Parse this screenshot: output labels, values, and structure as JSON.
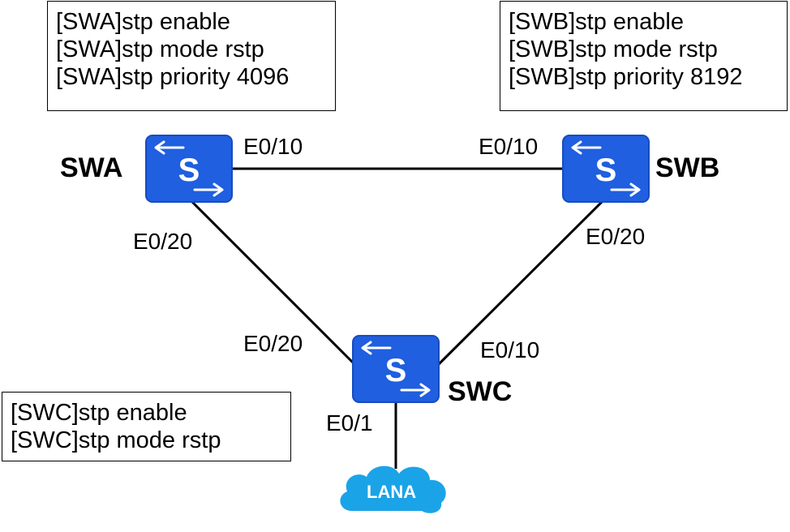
{
  "devices": [
    {
      "name": "SWA",
      "icon": "switch-icon",
      "icon_letter": "S",
      "config": [
        "[SWA]stp enable",
        "[SWA]stp mode rstp",
        "[SWA]stp priority 4096"
      ]
    },
    {
      "name": "SWB",
      "icon": "switch-icon",
      "icon_letter": "S",
      "config": [
        "[SWB]stp enable",
        "[SWB]stp mode rstp",
        "[SWB]stp priority 8192"
      ]
    },
    {
      "name": "SWC",
      "icon": "switch-icon",
      "icon_letter": "S",
      "config": [
        "[SWC]stp enable",
        "[SWC]stp mode rstp"
      ]
    }
  ],
  "links": [
    {
      "from": "SWA",
      "from_port": "E0/10",
      "to": "SWB",
      "to_port": "E0/10"
    },
    {
      "from": "SWA",
      "from_port": "E0/20",
      "to": "SWC",
      "to_port": "E0/20"
    },
    {
      "from": "SWB",
      "from_port": "E0/20",
      "to": "SWC",
      "to_port": "E0/10"
    },
    {
      "from": "SWC",
      "from_port": "E0/1",
      "to": "LANA"
    }
  ],
  "lan": {
    "name": "LANA",
    "icon": "cloud-icon"
  },
  "colors": {
    "switch_fill": "#1F5FE0",
    "switch_stroke": "#174CC0",
    "cloud_fill": "#1BA3E8",
    "line": "#000000",
    "arrow": "#FFFFFF"
  }
}
